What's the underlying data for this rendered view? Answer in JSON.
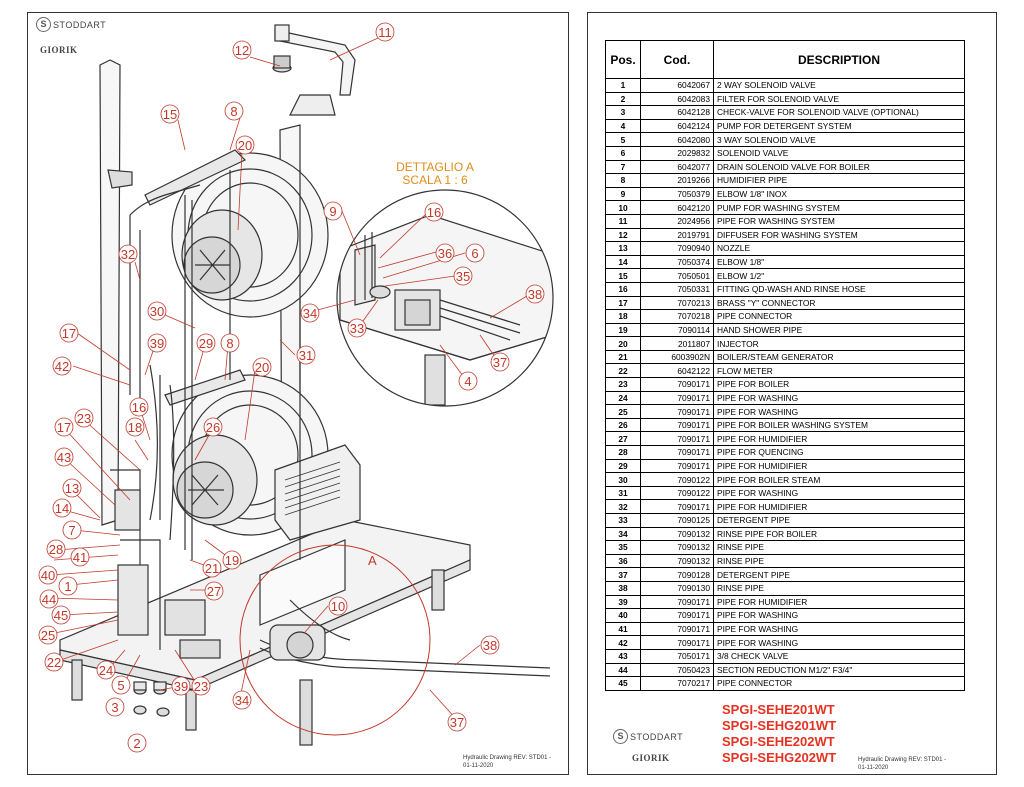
{
  "brand": {
    "stoddart": "STODDART",
    "giorik": "GIORIK"
  },
  "detail": {
    "line1": "DETTAGLIO A",
    "line2": "SCALA 1 : 6",
    "marker": "A"
  },
  "revision": {
    "line1": "Hydraulic Drawing REV: STD01 -",
    "line2": "01-11-2020"
  },
  "table": {
    "headers": {
      "pos": "Pos.",
      "cod": "Cod.",
      "desc": "DESCRIPTION"
    },
    "rows": [
      {
        "pos": "1",
        "cod": "6042067",
        "desc": "2 WAY SOLENOID VALVE"
      },
      {
        "pos": "2",
        "cod": "6042083",
        "desc": "FILTER FOR SOLENOID VALVE"
      },
      {
        "pos": "3",
        "cod": "6042128",
        "desc": "CHECK-VALVE  FOR  SOLENOID VALVE (OPTIONAL)"
      },
      {
        "pos": "4",
        "cod": "6042124",
        "desc": "PUMP FOR DETERGENT SYSTEM"
      },
      {
        "pos": "5",
        "cod": "6042080",
        "desc": "3 WAY SOLENOID VALVE"
      },
      {
        "pos": "6",
        "cod": "2029832",
        "desc": "SOLENOID VALVE"
      },
      {
        "pos": "7",
        "cod": "6042077",
        "desc": "DRAIN SOLENOID VALVE FOR BOILER"
      },
      {
        "pos": "8",
        "cod": "2019266",
        "desc": "HUMIDIFIER PIPE"
      },
      {
        "pos": "9",
        "cod": "7050379",
        "desc": "ELBOW 1/8\" INOX"
      },
      {
        "pos": "10",
        "cod": "6042120",
        "desc": "PUMP FOR WASHING SYSTEM"
      },
      {
        "pos": "11",
        "cod": "2024956",
        "desc": "PIPE FOR WASHING SYSTEM"
      },
      {
        "pos": "12",
        "cod": "2019791",
        "desc": "DIFFUSER FOR WASHING SYSTEM"
      },
      {
        "pos": "13",
        "cod": "7090940",
        "desc": "NOZZLE"
      },
      {
        "pos": "14",
        "cod": "7050374",
        "desc": "ELBOW 1/8\""
      },
      {
        "pos": "15",
        "cod": "7050501",
        "desc": "ELBOW 1/2\""
      },
      {
        "pos": "16",
        "cod": "7050331",
        "desc": "FITTING QD-WASH AND RINSE HOSE"
      },
      {
        "pos": "17",
        "cod": "7070213",
        "desc": "BRASS \"Y\" CONNECTOR"
      },
      {
        "pos": "18",
        "cod": "7070218",
        "desc": "PIPE CONNECTOR"
      },
      {
        "pos": "19",
        "cod": "7090114",
        "desc": "HAND SHOWER PIPE"
      },
      {
        "pos": "20",
        "cod": "2011807",
        "desc": "INJECTOR"
      },
      {
        "pos": "21",
        "cod": "6003902N",
        "desc": "BOILER/STEAM GENERATOR"
      },
      {
        "pos": "22",
        "cod": "6042122",
        "desc": "FLOW METER"
      },
      {
        "pos": "23",
        "cod": "7090171",
        "desc": "PIPE FOR BOILER"
      },
      {
        "pos": "24",
        "cod": "7090171",
        "desc": "PIPE FOR WASHING"
      },
      {
        "pos": "25",
        "cod": "7090171",
        "desc": "PIPE FOR WASHING"
      },
      {
        "pos": "26",
        "cod": "7090171",
        "desc": "PIPE FOR BOILER WASHING SYSTEM"
      },
      {
        "pos": "27",
        "cod": "7090171",
        "desc": "PIPE FOR HUMIDIFIER"
      },
      {
        "pos": "28",
        "cod": "7090171",
        "desc": "PIPE FOR QUENCING"
      },
      {
        "pos": "29",
        "cod": "7090171",
        "desc": "PIPE FOR HUMIDIFIER"
      },
      {
        "pos": "30",
        "cod": "7090122",
        "desc": "PIPE FOR BOILER STEAM"
      },
      {
        "pos": "31",
        "cod": "7090122",
        "desc": "PIPE  FOR WASHING"
      },
      {
        "pos": "32",
        "cod": "7090171",
        "desc": "PIPE FOR HUMIDIFIER"
      },
      {
        "pos": "33",
        "cod": "7090125",
        "desc": "DETERGENT PIPE"
      },
      {
        "pos": "34",
        "cod": "7090132",
        "desc": "RINSE PIPE FOR BOILER"
      },
      {
        "pos": "35",
        "cod": "7090132",
        "desc": "RINSE PIPE"
      },
      {
        "pos": "36",
        "cod": "7090132",
        "desc": "RINSE PIPE"
      },
      {
        "pos": "37",
        "cod": "7090128",
        "desc": "DETERGENT PIPE"
      },
      {
        "pos": "38",
        "cod": "7090130",
        "desc": "RINSE PIPE"
      },
      {
        "pos": "39",
        "cod": "7090171",
        "desc": "PIPE FOR HUMIDIFIER"
      },
      {
        "pos": "40",
        "cod": "7090171",
        "desc": "PIPE FOR WASHING"
      },
      {
        "pos": "41",
        "cod": "7090171",
        "desc": "PIPE FOR WASHING"
      },
      {
        "pos": "42",
        "cod": "7090171",
        "desc": "PIPE FOR WASHING"
      },
      {
        "pos": "43",
        "cod": "7050171",
        "desc": "3/8 CHECK VALVE"
      },
      {
        "pos": "44",
        "cod": "7050423",
        "desc": "SECTION REDUCTION M1/2\" F3/4\""
      },
      {
        "pos": "45",
        "cod": "7070217",
        "desc": "PIPE CONNECTOR"
      }
    ]
  },
  "models": [
    "SPGI-SEHE201WT",
    "SPGI-SEHG201WT",
    "SPGI-SEHE202WT",
    "SPGI-SEHG202WT"
  ],
  "callouts": [
    "1",
    "2",
    "3",
    "4",
    "5",
    "6",
    "7",
    "8",
    "9",
    "10",
    "11",
    "12",
    "13",
    "14",
    "15",
    "16",
    "17",
    "18",
    "19",
    "20",
    "21",
    "22",
    "23",
    "24",
    "25",
    "26",
    "27",
    "28",
    "29",
    "30",
    "31",
    "32",
    "33",
    "34",
    "35",
    "36",
    "37",
    "38",
    "39",
    "40",
    "41",
    "42",
    "43",
    "44",
    "45"
  ],
  "colors": {
    "callout": "#c0392b",
    "detail_title": "#e08c1a",
    "models": "#e53222",
    "line": "#333333"
  }
}
